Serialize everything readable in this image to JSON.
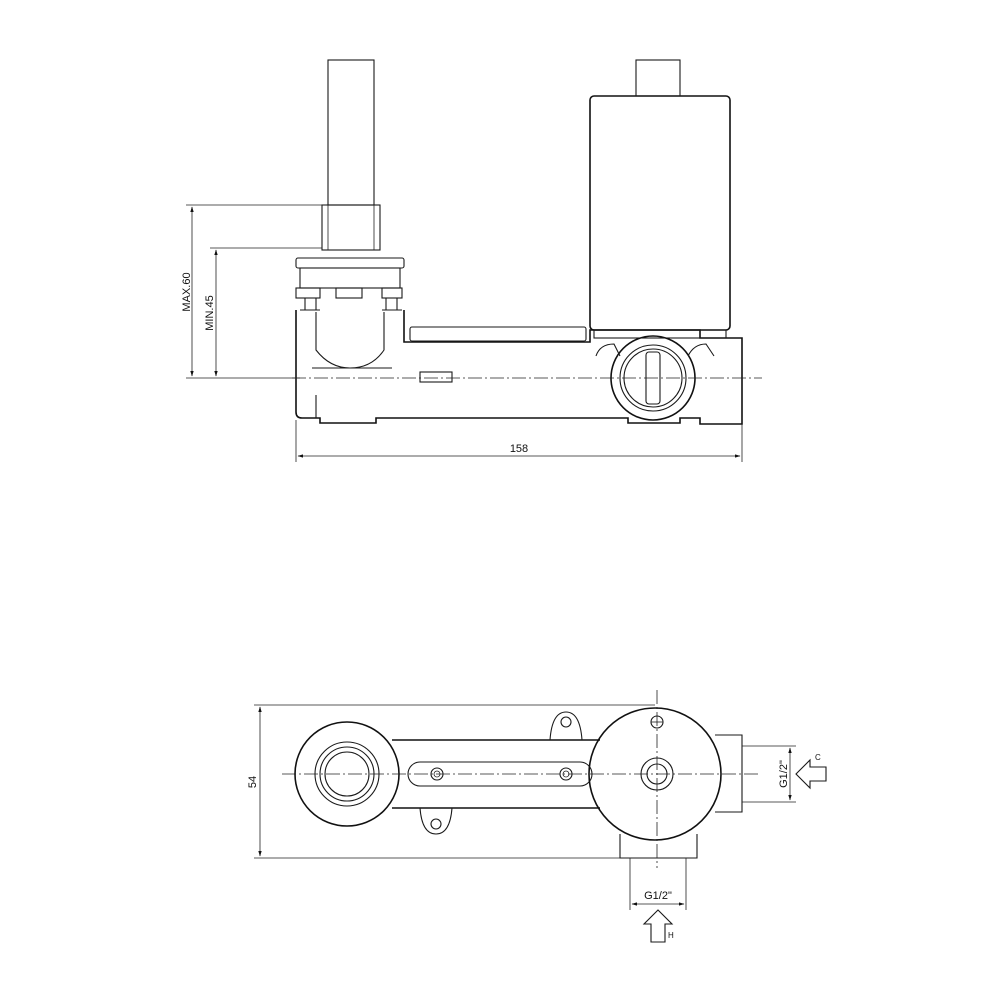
{
  "front_view": {
    "dim_max_label": "MAX.60",
    "dim_min_label": "MIN.45",
    "dim_width_label": "158"
  },
  "top_view": {
    "dim_height_label": "54",
    "cold_inlet_thread": "G1/2\"",
    "hot_inlet_thread": "G1/2\"",
    "cold_arrow_label": "C",
    "hot_arrow_label": "H"
  }
}
